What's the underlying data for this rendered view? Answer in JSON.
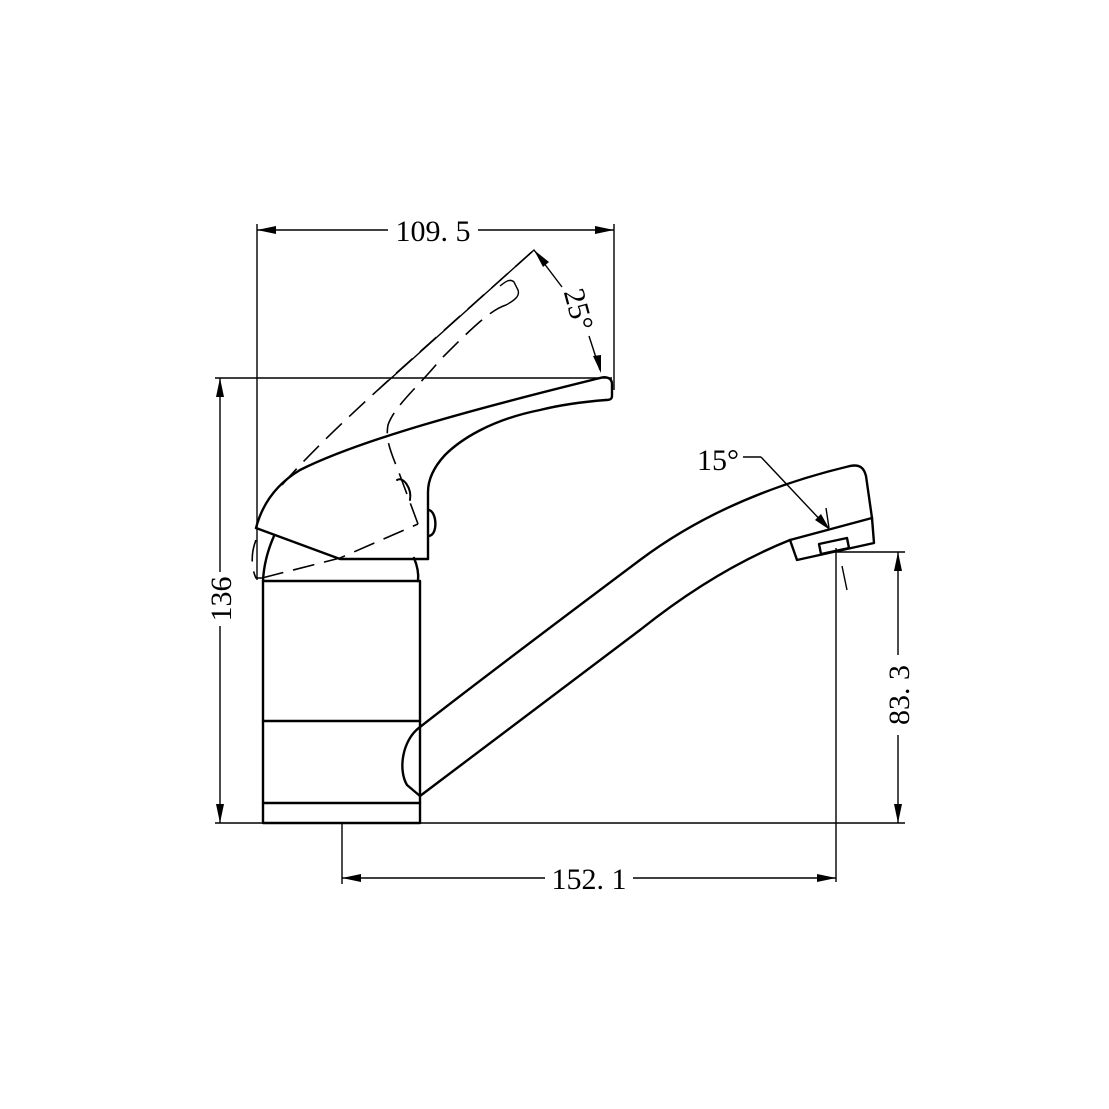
{
  "drawing": {
    "subject": "Single lever basin mixer — side elevation",
    "line_color": "#000000",
    "background": "#ffffff"
  },
  "dimensions": {
    "handle_width": {
      "label": "109. 5",
      "value": 109.5,
      "unit": "mm"
    },
    "handle_tilt_angle": {
      "label": "25°",
      "value": 25,
      "unit": "deg"
    },
    "overall_height": {
      "label": "136",
      "value": 136,
      "unit": "mm"
    },
    "aerator_angle": {
      "label": "15°",
      "value": 15,
      "unit": "deg"
    },
    "spout_outlet_height": {
      "label": "83. 3",
      "value": 83.3,
      "unit": "mm"
    },
    "spout_reach": {
      "label": "152. 1",
      "value": 152.1,
      "unit": "mm"
    }
  }
}
